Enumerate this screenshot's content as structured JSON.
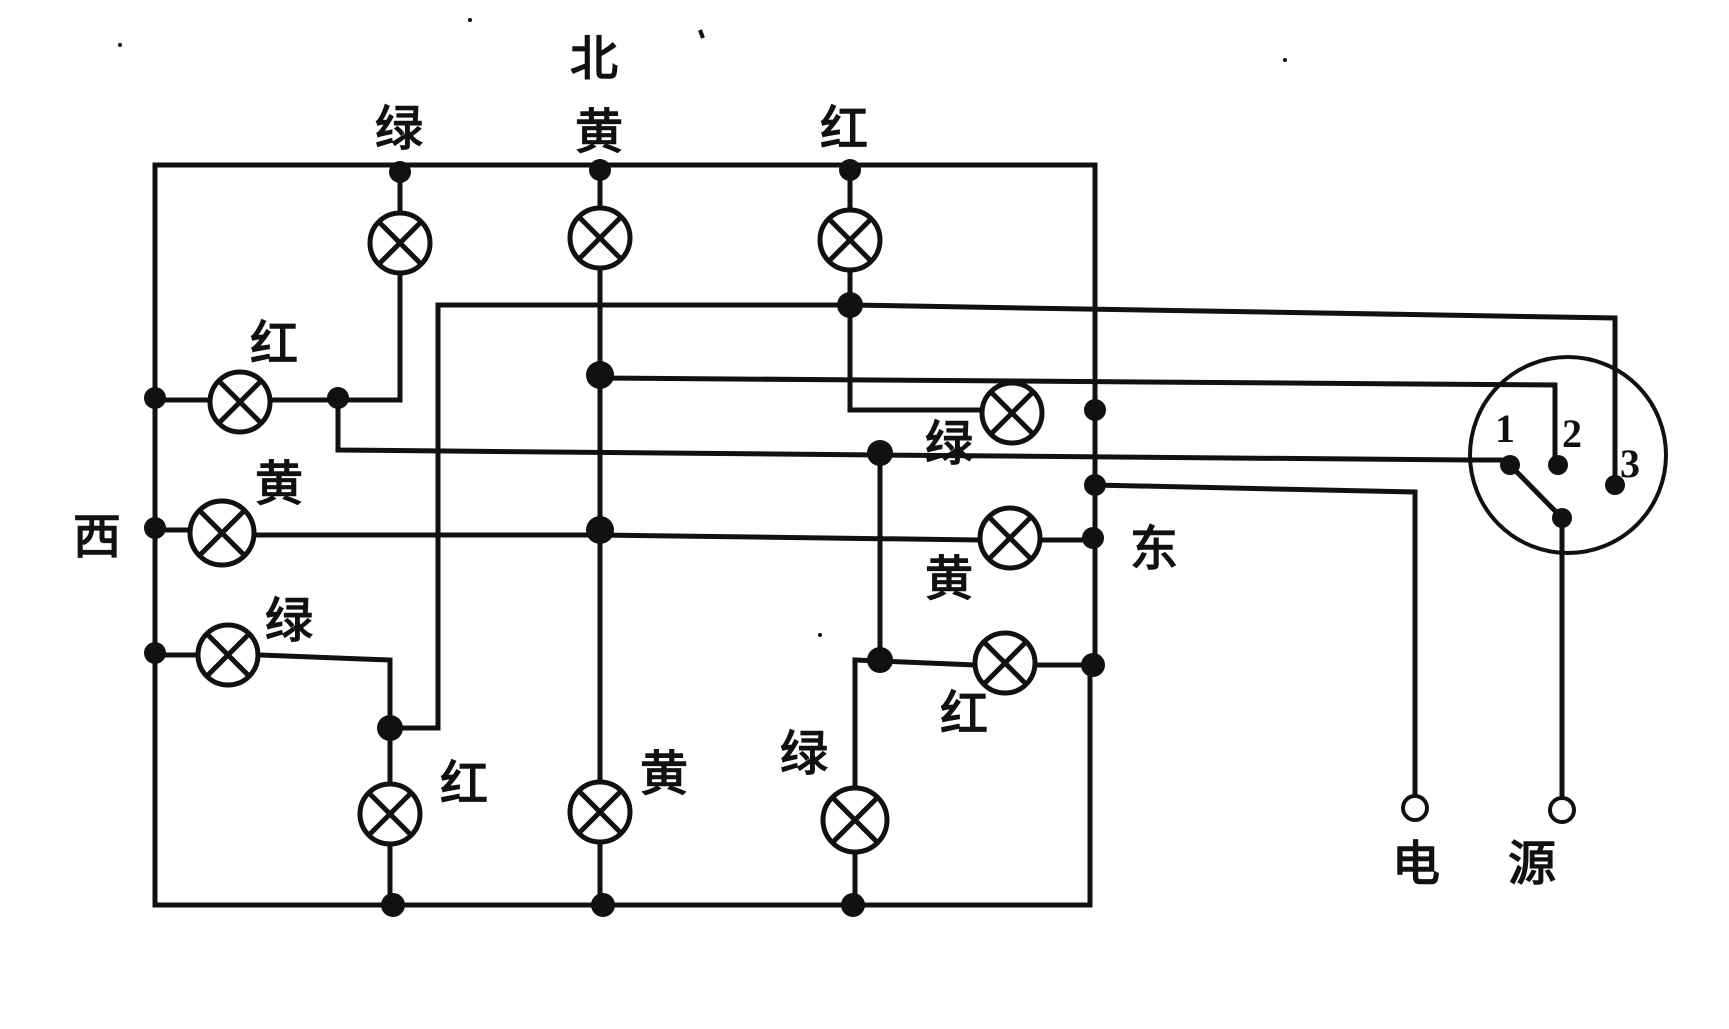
{
  "directions": {
    "north": "北",
    "south": "",
    "west": "西",
    "east": "东"
  },
  "lamp_labels": {
    "north_green": "绿",
    "north_yellow": "黄",
    "north_red": "红",
    "west_red": "红",
    "west_yellow": "黄",
    "west_green": "绿",
    "south_red": "红",
    "south_yellow": "黄",
    "south_green": "绿",
    "east_green": "绿",
    "east_yellow": "黄",
    "east_red": "红"
  },
  "switch": {
    "pos1": "1",
    "pos2": "2",
    "pos3": "3"
  },
  "power": {
    "label_left": "电",
    "label_right": "源"
  }
}
